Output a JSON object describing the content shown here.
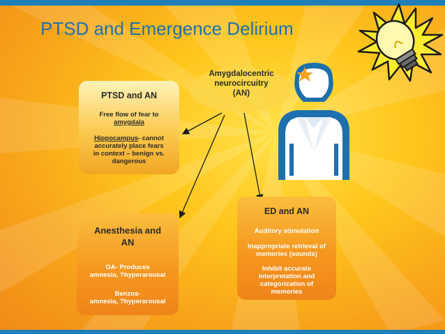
{
  "slide": {
    "title": "PTSD and Emergence Delirium"
  },
  "bubble": {
    "line1": "Amygdalocentric",
    "line2": "neurocircuitry",
    "line3": "(AN)"
  },
  "ptsd_box": {
    "heading": "PTSD and AN",
    "item1_line1": "Free flow of fear to",
    "item1_line2": "amygdala",
    "item2_underlined": "Hippocampus",
    "item2_rest": "- cannot",
    "item2_line2": "accurately place fears",
    "item2_line3": "in context – benign vs.",
    "item2_line4": "dangerous"
  },
  "anesthesia_box": {
    "heading_line1": "Anesthesia and",
    "heading_line2": "AN",
    "item1_line1": "GA- Produces",
    "item1_line2": "amnesia, ?hyperarousal",
    "item2_line1": "Benzos-",
    "item2_line2": "amnesia, ?hyperarousal"
  },
  "ed_box": {
    "heading": "ED and AN",
    "item1": "Auditory stimulation",
    "item2_line1": "Inappropriate retrieval of",
    "item2_line2": "memories (sounds)",
    "item3_line1": "Inhibit accurate",
    "item3_line2": "interpretation and",
    "item3_line3": "categorization of",
    "item3_line4": "memories"
  },
  "icons": {
    "person": "person-with-star-icon",
    "bulb": "light-bulb-icon"
  },
  "colors": {
    "title": "#1f6fb0",
    "stripe": "#1f7fb8",
    "box_light": "#fbc94f",
    "box_dark": "#f6971f",
    "person_blue": "#1d6fad"
  }
}
